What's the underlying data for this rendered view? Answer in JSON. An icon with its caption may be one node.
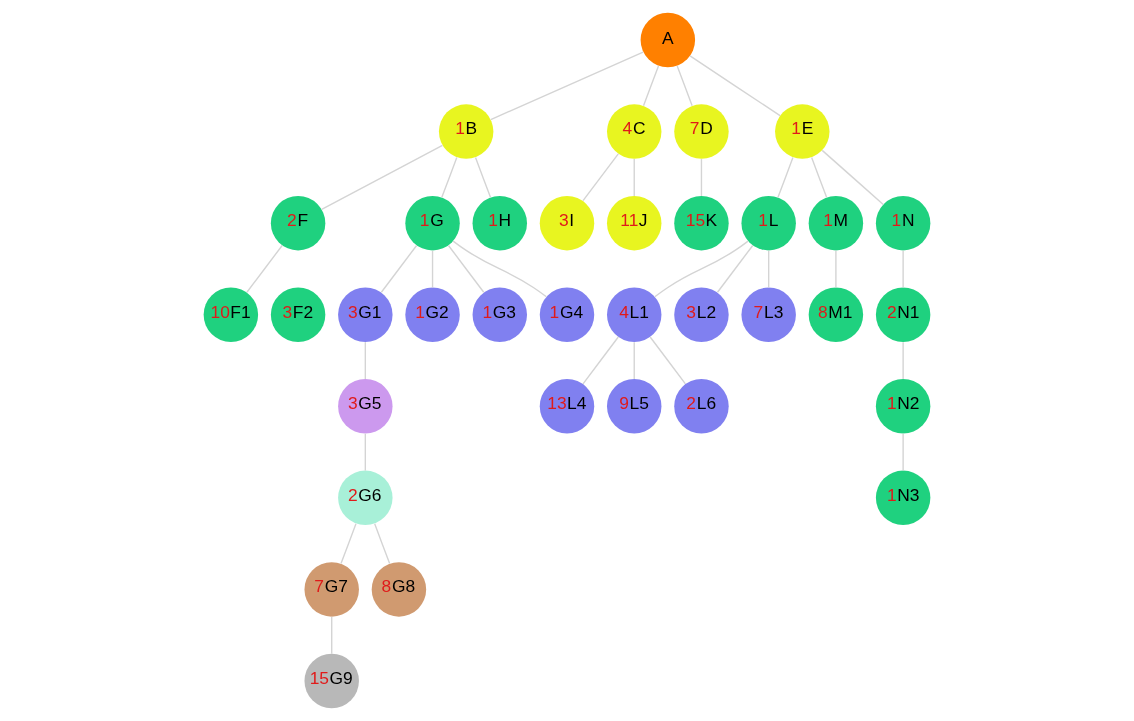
{
  "diagram": {
    "nodes": [
      {
        "text": [
          "A"
        ]
      },
      {
        "text": [
          "1",
          "B"
        ]
      },
      {
        "text": [
          "4",
          "C"
        ]
      },
      {
        "text": [
          "7",
          "D"
        ]
      },
      {
        "text": [
          "1",
          "E"
        ]
      },
      {
        "text": [
          "2",
          "F"
        ]
      },
      {
        "text": [
          "1",
          "G"
        ]
      },
      {
        "text": [
          "1",
          "H"
        ]
      },
      {
        "text": [
          "3",
          "I"
        ]
      },
      {
        "text": [
          "11",
          "J"
        ]
      },
      {
        "text": [
          "15",
          "K"
        ]
      },
      {
        "text": [
          "1",
          "L"
        ]
      },
      {
        "text": [
          "1",
          "M"
        ]
      },
      {
        "text": [
          "1",
          "N"
        ]
      },
      {
        "text": [
          "10",
          "F1"
        ]
      },
      {
        "text": [
          "3",
          "F2"
        ]
      },
      {
        "text": [
          "3",
          "G1"
        ]
      },
      {
        "text": [
          "1",
          "G2"
        ]
      },
      {
        "text": [
          "1",
          "G3"
        ]
      },
      {
        "text": [
          "1",
          "G4"
        ]
      },
      {
        "text": [
          "4",
          "L1"
        ]
      },
      {
        "text": [
          "3",
          "L2"
        ]
      },
      {
        "text": [
          "7",
          "L3"
        ]
      },
      {
        "text": [
          "8",
          "M1"
        ]
      },
      {
        "text": [
          "2",
          "N1"
        ]
      },
      {
        "text": [
          "3",
          "G5"
        ]
      },
      {
        "text": [
          "13",
          "L4"
        ]
      },
      {
        "text": [
          "9",
          "L5"
        ]
      },
      {
        "text": [
          "2",
          "L6"
        ]
      },
      {
        "text": [
          "1",
          "N2"
        ]
      },
      {
        "text": [
          "2",
          "G6"
        ]
      },
      {
        "text": [
          "1",
          "N3"
        ]
      },
      {
        "text": [
          "7",
          "G7"
        ]
      },
      {
        "text": [
          "8",
          "G8"
        ]
      },
      {
        "text": [
          "15",
          "G9"
        ]
      }
    ],
    "edges": [
      {
        "from": 0,
        "to": 1,
        "arrow": "none"
      },
      {
        "from": 0,
        "to": 2,
        "arrow": "none"
      },
      {
        "from": 0,
        "to": 3,
        "arrow": "none"
      },
      {
        "from": 0,
        "to": 4,
        "arrow": "none"
      },
      {
        "from": 1,
        "to": 5,
        "arrow": "none"
      },
      {
        "from": 1,
        "to": 6,
        "arrow": "none"
      },
      {
        "from": 1,
        "to": 7,
        "arrow": "none"
      },
      {
        "from": 2,
        "to": 8,
        "arrow": "none"
      },
      {
        "from": 2,
        "to": 9,
        "arrow": "none"
      },
      {
        "from": 3,
        "to": 10,
        "arrow": "none"
      },
      {
        "from": 4,
        "to": 11,
        "arrow": "none"
      },
      {
        "from": 4,
        "to": 12,
        "arrow": "none"
      },
      {
        "from": 4,
        "to": 13,
        "arrow": "none"
      },
      {
        "from": 5,
        "to": 14,
        "arrow": "none"
      },
      {
        "from": 6,
        "to": 16,
        "arrow": "none"
      },
      {
        "from": 6,
        "to": 17,
        "arrow": "none"
      },
      {
        "from": 6,
        "to": 18,
        "arrow": "none"
      },
      {
        "from": 6,
        "to": 19,
        "arrow": "none"
      },
      {
        "from": 11,
        "to": 20,
        "arrow": "none"
      },
      {
        "from": 11,
        "to": 21,
        "arrow": "none"
      },
      {
        "from": 11,
        "to": 22,
        "arrow": "none"
      },
      {
        "from": 12,
        "to": 23,
        "arrow": "none"
      },
      {
        "from": 13,
        "to": 24,
        "arrow": "none"
      },
      {
        "from": 16,
        "to": 25,
        "arrow": "none"
      },
      {
        "from": 20,
        "to": 26,
        "arrow": "none"
      },
      {
        "from": 20,
        "to": 27,
        "arrow": "none"
      },
      {
        "from": 20,
        "to": 28,
        "arrow": "none"
      },
      {
        "from": 24,
        "to": 29,
        "arrow": "none"
      },
      {
        "from": 25,
        "to": 30,
        "arrow": "none"
      },
      {
        "from": 29,
        "to": 31,
        "arrow": "none"
      },
      {
        "from": 30,
        "to": 32,
        "arrow": "none"
      },
      {
        "from": 30,
        "to": 33,
        "arrow": "none"
      },
      {
        "from": 32,
        "to": 34,
        "arrow": "none"
      }
    ]
  }
}
